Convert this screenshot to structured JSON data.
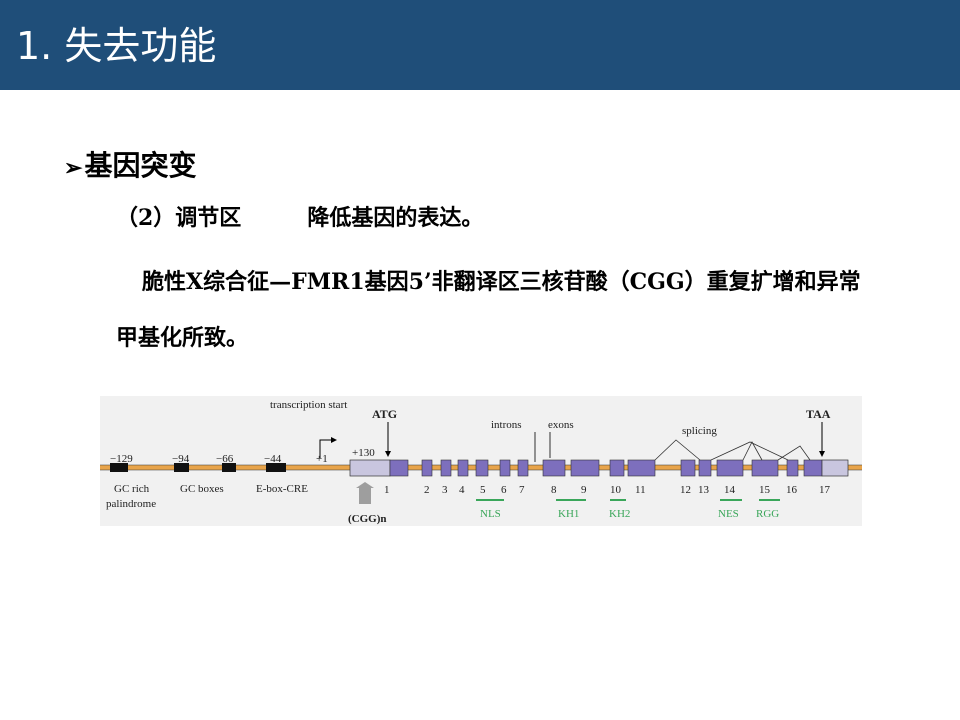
{
  "slide": {
    "title": "1. 失去功能",
    "bullet_marker": "➢",
    "bullet": "基因突变",
    "sub_label": "（2）调节区",
    "sub_text": "降低基因的表达。",
    "paragraph": "脆性X综合征—FMR1基因5’非翻译区三核苷酸（CGG）重复扩增和异常甲基化所致。"
  },
  "diagram": {
    "colors": {
      "line": "#e8a44a",
      "exon": "#7d6fbd",
      "utr": "#c9c6df",
      "domain": "#3aa65a",
      "background": "#f1f1f1"
    },
    "transcription_start": "transcription start",
    "atg": "ATG",
    "taa": "TAA",
    "introns": "introns",
    "exons": "exons",
    "splicing": "splicing",
    "plus130": "+130",
    "cgg_n": "(CGG)n",
    "promoter_positions": [
      "−129",
      "−94",
      "−66",
      "−44",
      "+1"
    ],
    "promoter_elements": [
      "GC rich",
      "palindrome",
      "GC boxes",
      "E-box-CRE"
    ],
    "exon_numbers": [
      "1",
      "2",
      "3",
      "4",
      "5",
      "6",
      "7",
      "8",
      "9",
      "10",
      "11",
      "12",
      "13",
      "14",
      "15",
      "16",
      "17"
    ],
    "domains": [
      "NLS",
      "KH1",
      "KH2",
      "NES",
      "RGG"
    ]
  }
}
